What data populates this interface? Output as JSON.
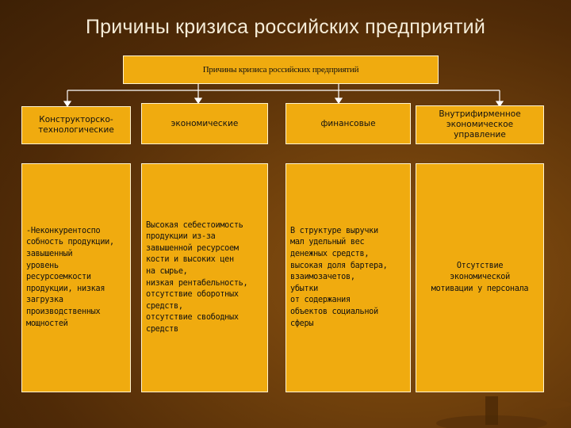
{
  "slide": {
    "title": "Причины кризиса российских предприятий"
  },
  "diagram": {
    "root_label": "Причины кризиса российских предприятий",
    "categories": [
      {
        "label": "Конструкторско-\nтехнологические",
        "description": "-Неконкурентоспо\nсобность продукции,\n завышенный\nуровень\nресурсоемкости\nпродукции, низкая\nзагрузка\nпроизводственных\nмощностей"
      },
      {
        "label": "экономические",
        "description": "Высокая себестоимость\nпродукции из-за\nзавышенной ресурсоем\nкости и высоких цен\nна сырье,\nнизкая рентабельность,\nотсутствие оборотных\nсредств,\nотсутствие свободных\nсредств"
      },
      {
        "label": "финансовые",
        "description": "В структуре выручки\nмал удельный вес\nденежных средств,\nвысокая доля бартера,\nвзаимозачетов,\nубытки\nот содержания\nобъектов социальной\nсферы"
      },
      {
        "label": "Внутрифирменное\nэкономическое\nуправление",
        "description": "Отсутствие\nэкономической\nмотивации у персонала"
      }
    ]
  },
  "colors": {
    "box_fill": "#f0ab0f",
    "box_border": "#fff3d0",
    "connector": "#ffffff",
    "title_text": "#f5ecd8"
  }
}
